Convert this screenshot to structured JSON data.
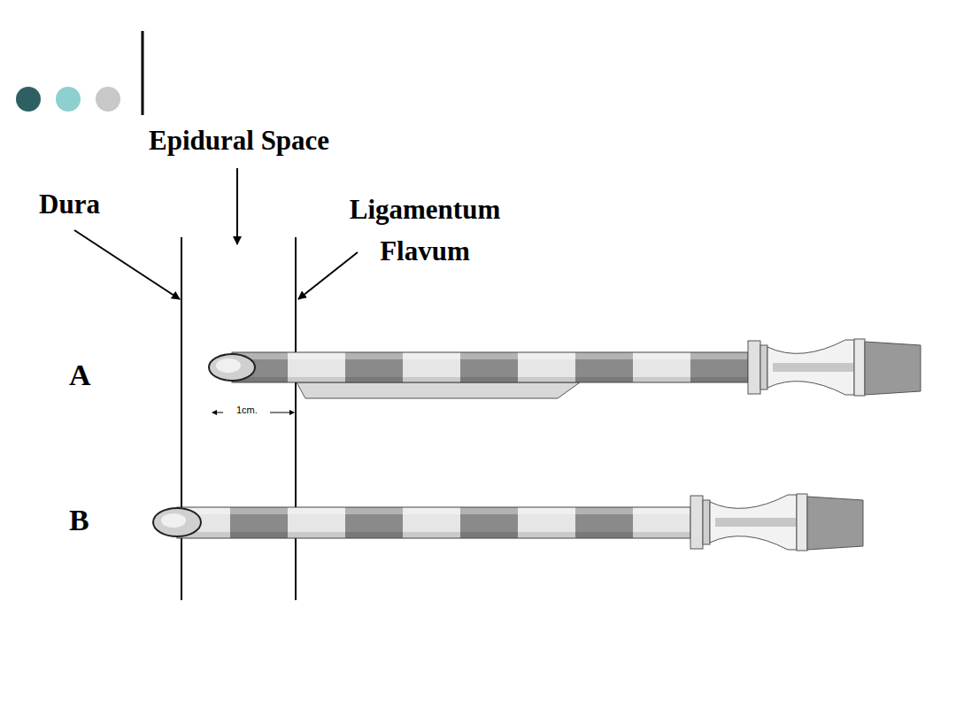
{
  "diagram": {
    "labels": [
      "Epidural Space",
      "Dura",
      "Ligamentum Flavum",
      "A",
      "B",
      "1cm."
    ]
  }
}
